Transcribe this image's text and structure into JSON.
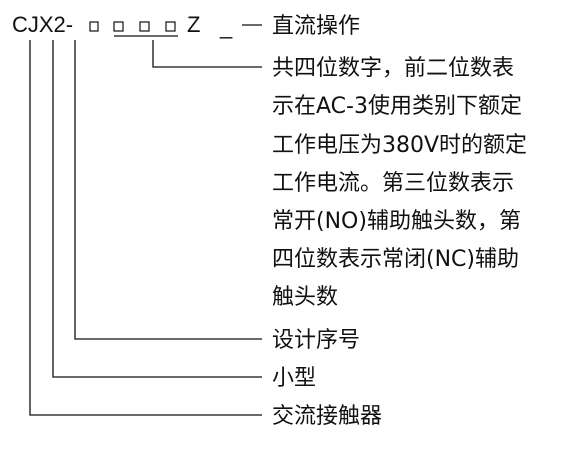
{
  "model": {
    "prefix": "CJX2-",
    "suffix": "Z",
    "dash": "_"
  },
  "labels": {
    "dc_operation": "直流操作",
    "digits_desc": [
      "共四位数字，前二位数表",
      "示在AC-3使用类别下额定",
      "工作电压为380V时的额定",
      "工作电流。第三位数表示",
      "常开(NO)辅助触头数，第",
      "四位数表示常闭(NC)辅助",
      "触头数"
    ],
    "design_serial": "设计序号",
    "small_type": "小型",
    "ac_contactor": "交流接触器"
  }
}
